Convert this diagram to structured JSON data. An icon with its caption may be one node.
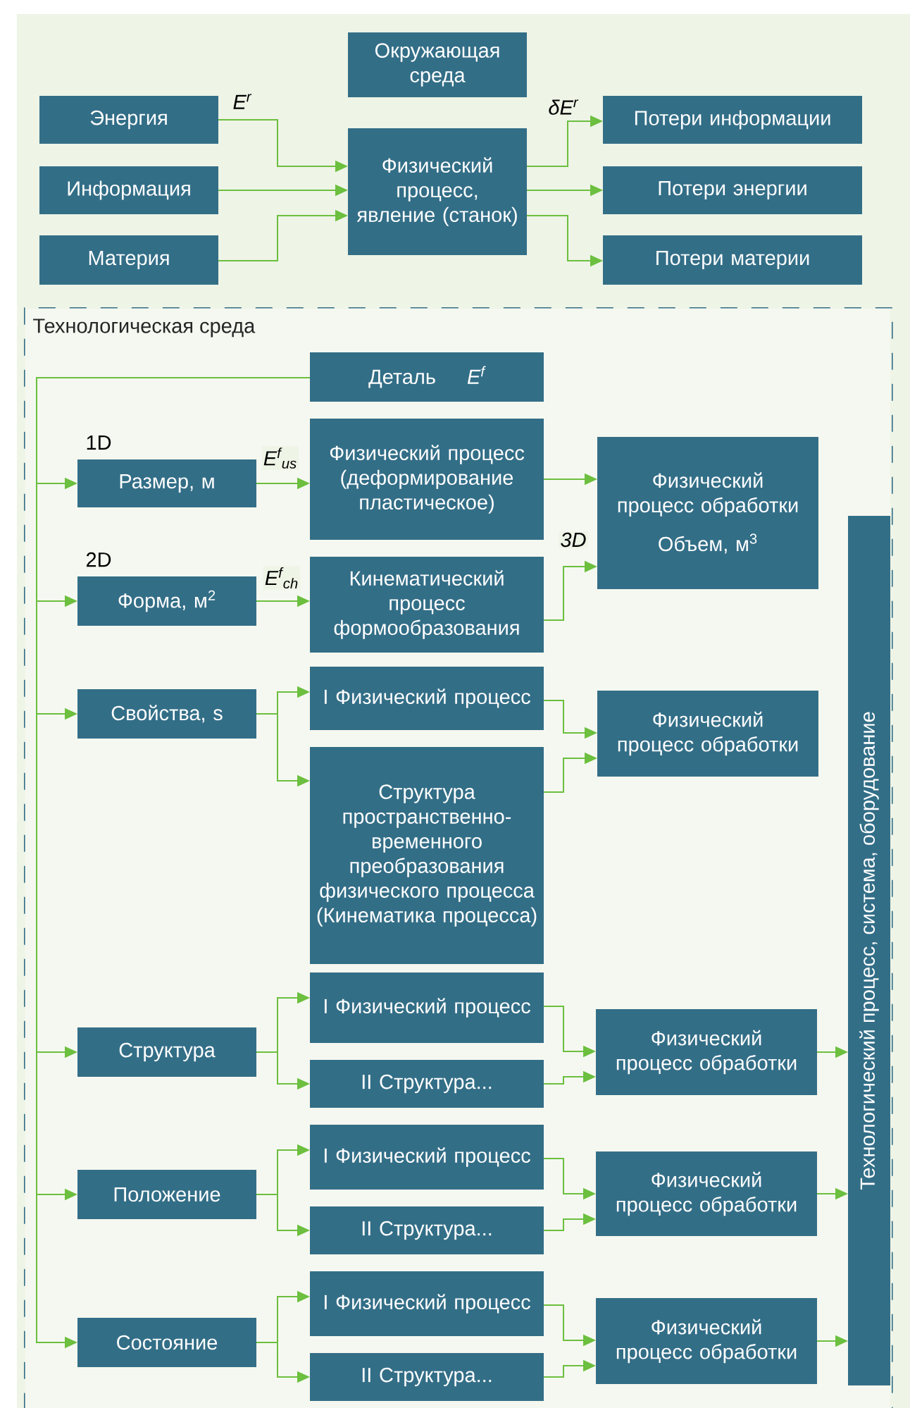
{
  "diagram": {
    "nodes": [
      {
        "text": [
          "Энергия"
        ]
      },
      {
        "text": [
          "Информация"
        ]
      },
      {
        "text": [
          "Материя"
        ]
      },
      {
        "text": [
          "Окружающая среда"
        ]
      },
      {
        "text": [
          "Физический процесс, явление (станок)"
        ]
      },
      {
        "text": [
          "Потери информации"
        ]
      },
      {
        "text": [
          "Потери энергии"
        ]
      },
      {
        "text": [
          "Потери материи"
        ]
      },
      {
        "text": [
          "Технологическая среда"
        ]
      },
      {
        "text": [
          "Деталь",
          "E$^{f}$"
        ],
        "in": 8
      },
      {
        "text": [
          "Размер, м"
        ],
        "beside": [
          "1D"
        ],
        "in": 8
      },
      {
        "text": [
          "Форма, м$^{2}$"
        ],
        "beside": [
          "2D"
        ],
        "in": 8
      },
      {
        "text": [
          "Физический процесс (деформирование пластическое)"
        ],
        "in": 8
      },
      {
        "text": [
          "Кинематический процесс формообразования"
        ],
        "in": 8
      },
      {
        "text": [
          "Физический процесс обработки",
          "Объем, м$^{3}$"
        ],
        "in": 8
      },
      {
        "text": [
          "Свойства, s"
        ],
        "in": 8
      },
      {
        "text": [
          "I Физический процесс"
        ],
        "in": 8
      },
      {
        "text": [
          "Структура пространственно-временного преобразования физического процесса (Кинематика процесса)"
        ],
        "in": 8
      },
      {
        "text": [
          "Физический процесс обработки"
        ],
        "in": 8
      },
      {
        "text": [
          "Структура"
        ],
        "in": 8
      },
      {
        "text": [
          "I Физический процесс"
        ],
        "in": 8
      },
      {
        "text": [
          "II Структура..."
        ],
        "in": 8
      },
      {
        "text": [
          "Физический процесс обработки"
        ],
        "in": 8
      },
      {
        "text": [
          "Положение"
        ],
        "in": 8
      },
      {
        "text": [
          "I Физический процесс"
        ],
        "in": 8
      },
      {
        "text": [
          "II Структура..."
        ],
        "in": 8
      },
      {
        "text": [
          "Физический процесс обработки"
        ],
        "in": 8
      },
      {
        "text": [
          "Состояние"
        ],
        "in": 8
      },
      {
        "text": [
          "I Физический процесс"
        ],
        "in": 8
      },
      {
        "text": [
          "II Структура..."
        ],
        "in": 8
      },
      {
        "text": [
          "Физический процесс обработки"
        ],
        "in": 8
      },
      {
        "text": [
          "Технологический процесс, система, оборудование"
        ],
        "in": 8
      }
    ],
    "edges": [
      {
        "from": 0,
        "to": 4,
        "arrow": "to",
        "label": "E$^{r}$"
      },
      {
        "from": 1,
        "to": 4,
        "arrow": "to"
      },
      {
        "from": 2,
        "to": 4,
        "arrow": "to"
      },
      {
        "from": 4,
        "to": 5,
        "arrow": "to",
        "label": "δE$^{r}$"
      },
      {
        "from": 4,
        "to": 6,
        "arrow": "to"
      },
      {
        "from": 4,
        "to": 7,
        "arrow": "to"
      },
      {
        "from": 9,
        "to": 10,
        "arrow": "to"
      },
      {
        "from": 9,
        "to": 11,
        "arrow": "to"
      },
      {
        "from": 9,
        "to": 15,
        "arrow": "to"
      },
      {
        "from": 9,
        "to": 19,
        "arrow": "to"
      },
      {
        "from": 9,
        "to": 23,
        "arrow": "to"
      },
      {
        "from": 9,
        "to": 27,
        "arrow": "to"
      },
      {
        "from": 10,
        "to": 12,
        "arrow": "to",
        "label": "E$^{f}$$_{us}$"
      },
      {
        "from": 11,
        "to": 13,
        "arrow": "to",
        "label": "E$^{f}$$_{ch}$"
      },
      {
        "from": 12,
        "to": 14,
        "arrow": "to"
      },
      {
        "from": 13,
        "to": 14,
        "arrow": "to",
        "label": "3D"
      },
      {
        "from": 15,
        "to": 16,
        "arrow": "to"
      },
      {
        "from": 15,
        "to": 17,
        "arrow": "to"
      },
      {
        "from": 16,
        "to": 18,
        "arrow": "to"
      },
      {
        "from": 17,
        "to": 18,
        "arrow": "to"
      },
      {
        "from": 19,
        "to": 20,
        "arrow": "to"
      },
      {
        "from": 19,
        "to": 21,
        "arrow": "to"
      },
      {
        "from": 20,
        "to": 22,
        "arrow": "to"
      },
      {
        "from": 21,
        "to": 22,
        "arrow": "to"
      },
      {
        "from": 23,
        "to": 24,
        "arrow": "to"
      },
      {
        "from": 23,
        "to": 25,
        "arrow": "to"
      },
      {
        "from": 24,
        "to": 26,
        "arrow": "to"
      },
      {
        "from": 25,
        "to": 26,
        "arrow": "to"
      },
      {
        "from": 27,
        "to": 28,
        "arrow": "to"
      },
      {
        "from": 27,
        "to": 29,
        "arrow": "to"
      },
      {
        "from": 28,
        "to": 30,
        "arrow": "to"
      },
      {
        "from": 29,
        "to": 30,
        "arrow": "to"
      },
      {
        "from": 22,
        "to": 31,
        "arrow": "to"
      },
      {
        "from": 26,
        "to": 31,
        "arrow": "to"
      },
      {
        "from": 30,
        "to": 31,
        "arrow": "to"
      }
    ]
  }
}
